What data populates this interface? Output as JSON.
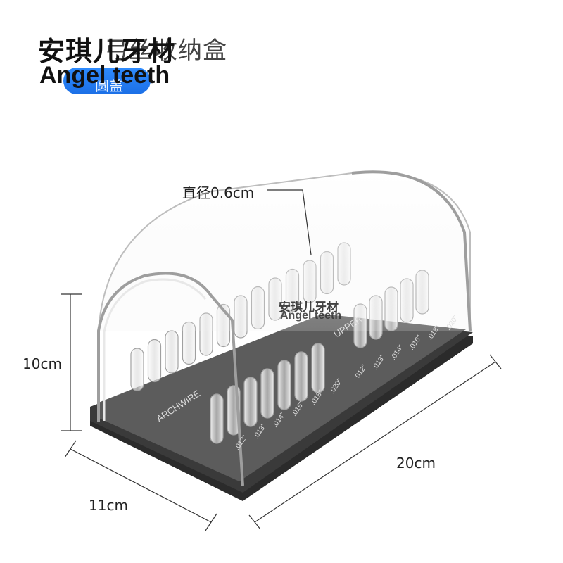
{
  "title_partial": "弓丝收纳盒",
  "badge_label": "圆盖",
  "watermark": {
    "cn": "安琪儿牙材",
    "en": "Angel teeth"
  },
  "product_watermark": {
    "cn": "安琪儿牙材",
    "en": "Angel teeth"
  },
  "dimensions": {
    "diameter": "直径0.6cm",
    "height": "10cm",
    "depth": "11cm",
    "length": "20cm"
  },
  "tray_labels": {
    "archwire": "ARCHWIRE",
    "upper": "UPPER",
    "sizes_front": [
      ".012\"",
      ".013\"",
      ".014\"",
      ".016\"",
      ".018\"",
      ".020\""
    ],
    "sizes_back": [
      ".012\"",
      ".013\"",
      ".014\"",
      ".016\"",
      ".018\"",
      ".020\""
    ]
  },
  "colors": {
    "badge": "#1f78f0",
    "tray": "#5a5a5a",
    "base": "#2a2a2a"
  }
}
